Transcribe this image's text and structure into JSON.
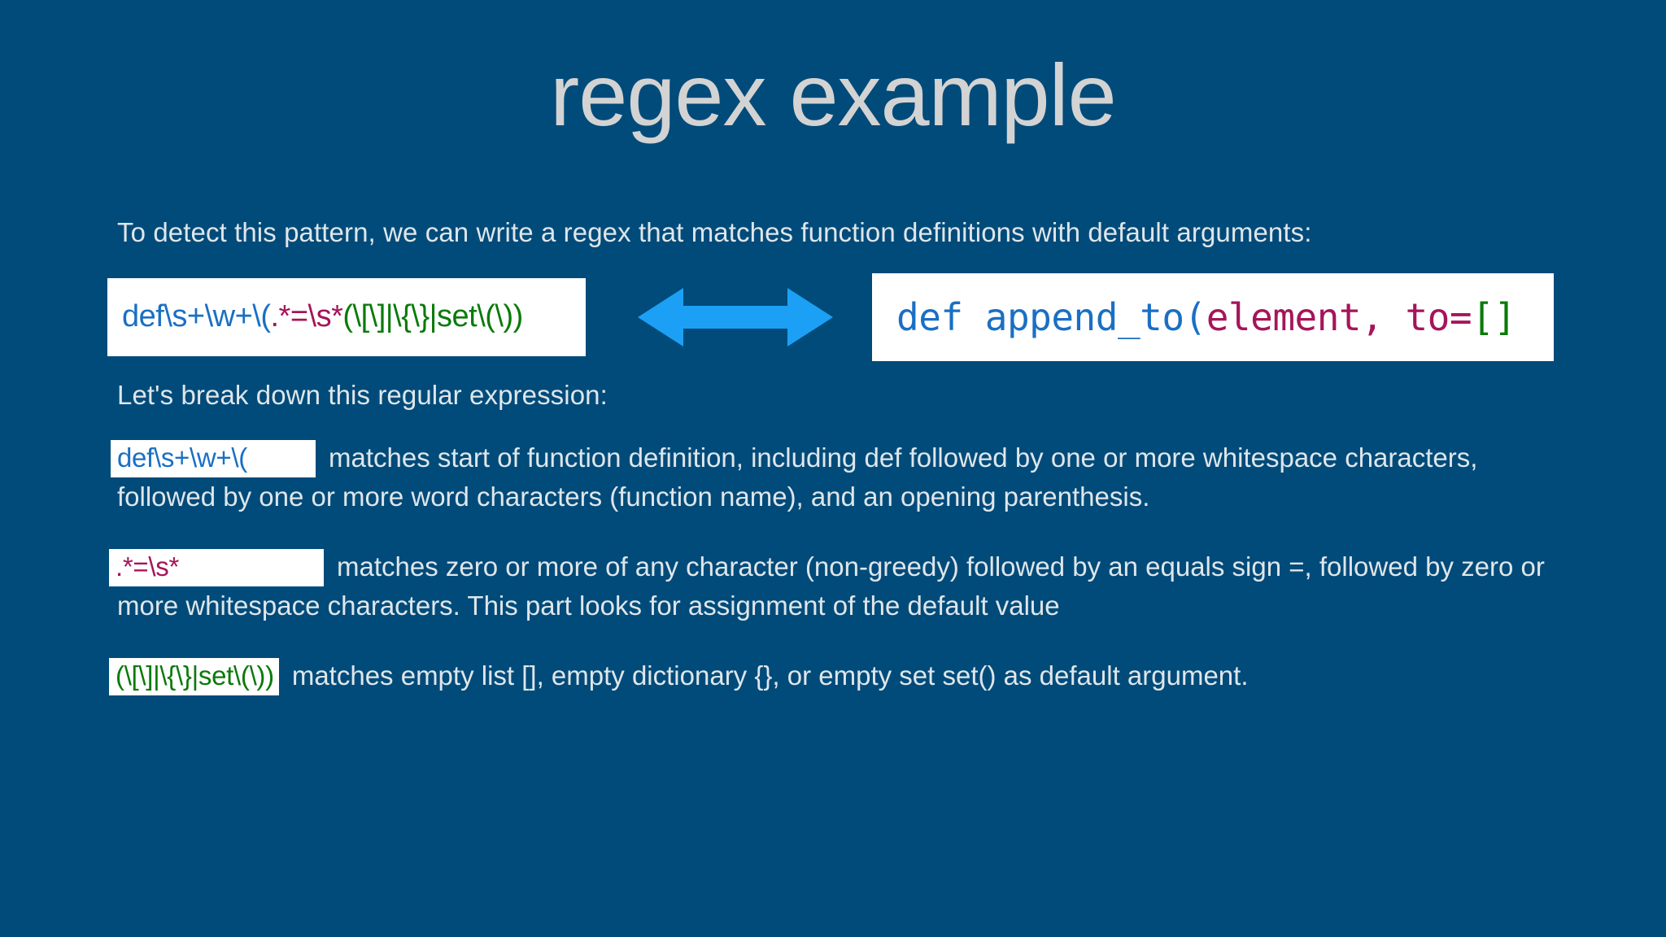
{
  "slide": {
    "title": "regex example",
    "background_color": "#004b7a",
    "title_color": "#d3d3d3",
    "body_text_color": "#dfe6ea"
  },
  "colors": {
    "syntax_blue": "#1a6fc4",
    "syntax_crimson": "#a5155a",
    "syntax_green": "#0a7a0a",
    "arrow_blue": "#1ca0f5",
    "box_background": "#ffffff"
  },
  "intro": {
    "text": "To detect this pattern, we can write a regex that matches function definitions with default arguments:"
  },
  "regex_box": {
    "segments": [
      {
        "text": "def\\s+\\w+\\(",
        "color": "blue"
      },
      {
        "text": ".*=\\s*",
        "color": "crimson"
      },
      {
        "text": "(\\[\\]|\\{\\}|set\\(\\))",
        "color": "green"
      }
    ],
    "full_text": "def\\s+\\w+\\(.*=\\s*(\\[\\]|\\{\\}|set\\(\\))"
  },
  "arrow": {
    "icon": "double-headed-arrow-icon",
    "color": "#1ca0f5"
  },
  "code_box": {
    "segments": [
      {
        "text": "def append_to(",
        "color": "blue"
      },
      {
        "text": "element, to=",
        "color": "crimson"
      },
      {
        "text": "[]",
        "color": "green"
      }
    ],
    "full_text": "def append_to(element, to=[]"
  },
  "breakdown": {
    "lead": "Let's break down this regular expression:",
    "items": [
      {
        "chip": "def\\s+\\w+\\(",
        "chip_color": "blue",
        "description": "matches start of function definition, including def followed by one or more whitespace characters, followed by one or more word characters (function name), and an opening parenthesis."
      },
      {
        "chip": ".*=\\s*",
        "chip_color": "crimson",
        "description": "matches zero or more of any character (non-greedy) followed by an equals sign =, followed by zero or more whitespace characters. This part looks for assignment of the default value"
      },
      {
        "chip": "(\\[\\]|\\{\\}|set\\(\\))",
        "chip_color": "green",
        "description": "matches empty list [], empty dictionary {}, or empty set set() as default argument."
      }
    ]
  }
}
